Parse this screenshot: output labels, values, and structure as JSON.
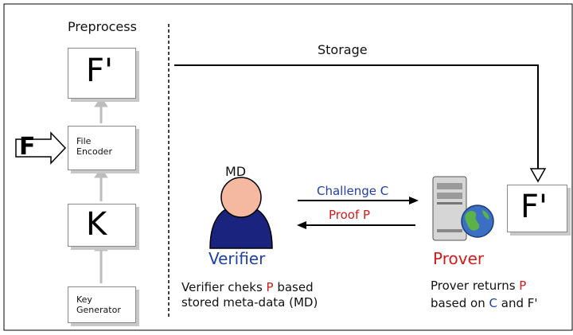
{
  "preprocess": {
    "title": "Preprocess",
    "fprime": "F'",
    "file_input": "F",
    "file_encoder": [
      "File",
      "Encoder"
    ],
    "key": "K",
    "key_generator": [
      "Key",
      "Generator"
    ]
  },
  "storage_label": "Storage",
  "verifier": {
    "md": "MD",
    "label": "Verifier",
    "desc_line1_a": "Verifier cheks ",
    "desc_line1_p": "P",
    "desc_line1_b": " based",
    "desc_line2": "stored meta-data (MD)"
  },
  "messages": {
    "challenge": "Challenge C",
    "proof": "Proof P"
  },
  "prover": {
    "label": "Prover",
    "fprime": "F'",
    "desc_line1_a": "Prover returns ",
    "desc_line1_p": "P",
    "desc_line2_a": "based on ",
    "desc_line2_c": "C",
    "desc_line2_b": " and F'"
  },
  "colors": {
    "red": "#d41a1a",
    "blue": "#1f3fa8",
    "person_head": "#f5b8a0",
    "person_body": "#1a237e"
  },
  "icons": {
    "verifier": "person-icon",
    "prover": "server-globe-icon"
  }
}
